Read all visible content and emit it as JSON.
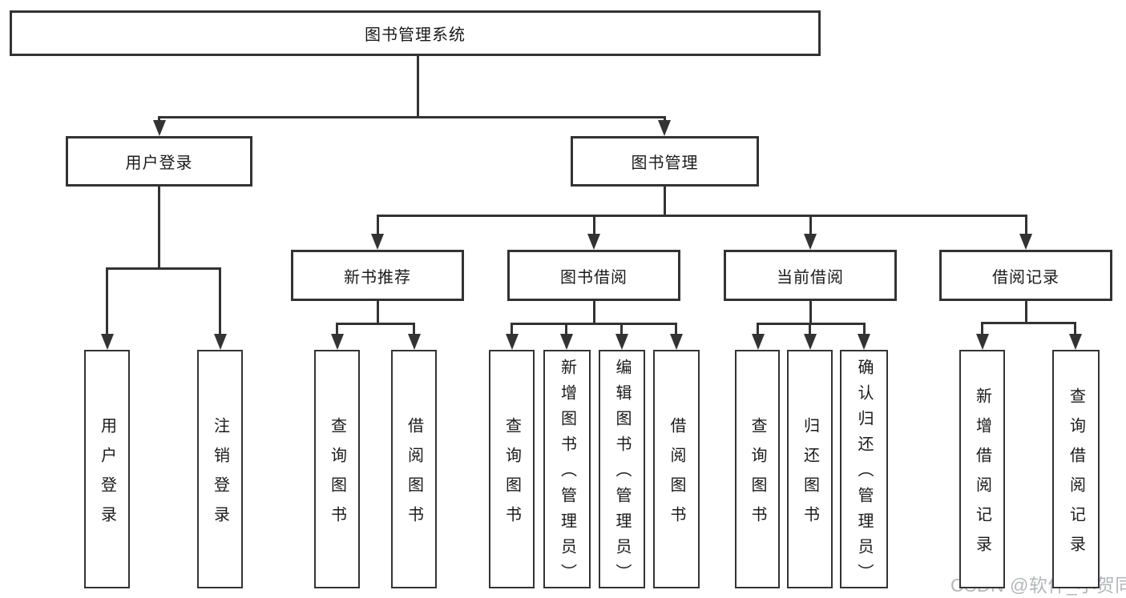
{
  "diagram": {
    "title": "图书管理系统",
    "type": "hierarchy-tree",
    "colors": {
      "line": "#333333",
      "box_border": "#333333",
      "box_fill": "#ffffff",
      "text": "#1a1a1a",
      "background": "#ffffff",
      "watermark": "#b0b3b8"
    },
    "watermark": "CSDN @软件_小贺同学"
  },
  "nodes": {
    "root": "图书管理系统",
    "user_login": "用户登录",
    "book_mgmt": "图书管理",
    "new_book_rec": "新书推荐",
    "book_borrow": "图书借阅",
    "current_borrow": "当前借阅",
    "borrow_records": "借阅记录",
    "leaf_user_login": "用户登录",
    "leaf_logout": "注销登录",
    "rec_query_books": "查询图书",
    "rec_borrow_books": "借阅图书",
    "bb_query_books": "查询图书",
    "bb_add_books": "新增图书（管理员）",
    "bb_edit_books": "编辑图书（管理员）",
    "bb_borrow_books": "借阅图书",
    "cb_query_books": "查询图书",
    "cb_return_books": "归还图书",
    "cb_confirm_return": "确认归还（管理员）",
    "br_add_record": "新增借阅记录",
    "br_query_record": "查询借阅记录"
  },
  "hierarchy": [
    {
      "parent": "图书管理系统",
      "children": [
        "用户登录",
        "图书管理"
      ]
    },
    {
      "parent": "用户登录",
      "children": [
        "用户登录",
        "注销登录"
      ]
    },
    {
      "parent": "图书管理",
      "children": [
        "新书推荐",
        "图书借阅",
        "当前借阅",
        "借阅记录"
      ]
    },
    {
      "parent": "新书推荐",
      "children": [
        "查询图书",
        "借阅图书"
      ]
    },
    {
      "parent": "图书借阅",
      "children": [
        "查询图书",
        "新增图书（管理员）",
        "编辑图书（管理员）",
        "借阅图书"
      ]
    },
    {
      "parent": "当前借阅",
      "children": [
        "查询图书",
        "归还图书",
        "确认归还（管理员）"
      ]
    },
    {
      "parent": "借阅记录",
      "children": [
        "新增借阅记录",
        "查询借阅记录"
      ]
    }
  ]
}
